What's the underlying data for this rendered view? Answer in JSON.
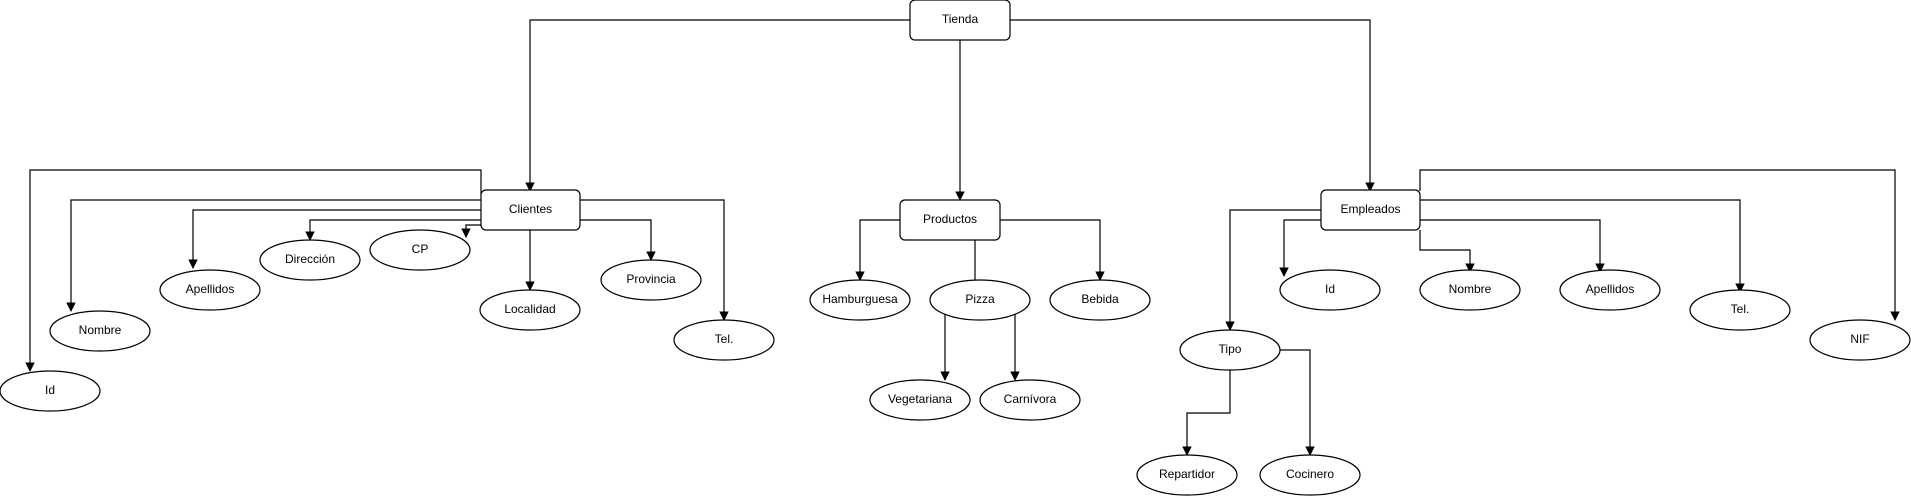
{
  "diagram": {
    "nodes": {
      "tienda": "Tienda",
      "clientes": "Clientes",
      "productos": "Productos",
      "empleados": "Empleados",
      "cli_id": "Id",
      "cli_nombre": "Nombre",
      "cli_apellidos": "Apellidos",
      "cli_direccion": "Dirección",
      "cli_cp": "CP",
      "cli_localidad": "Localidad",
      "cli_provincia": "Provincia",
      "cli_tel": "Tel.",
      "hamburguesa": "Hamburguesa",
      "pizza": "Pizza",
      "bebida": "Bebida",
      "vegetariana": "Vegetariana",
      "carnivora": "Carnívora",
      "emp_tipo": "Tipo",
      "emp_id": "Id",
      "emp_nombre": "Nombre",
      "emp_apellidos": "Apellidos",
      "emp_tel": "Tel.",
      "emp_nif": "NIF",
      "repartidor": "Repartidor",
      "cocinero": "Cocinero"
    },
    "colors": {
      "stroke": "#000000",
      "fill": "#ffffff",
      "text": "#000000"
    }
  }
}
